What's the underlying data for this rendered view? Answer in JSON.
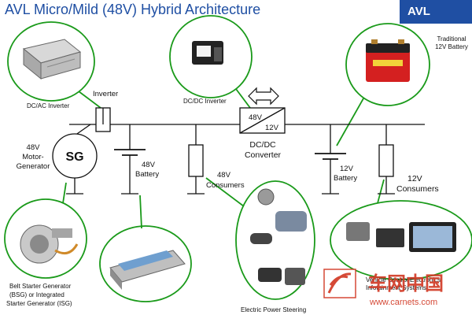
{
  "title": "AVL Micro/Mild (48V) Hybrid Architecture",
  "logo_text": "AVL",
  "colors": {
    "title": "#1f4fa3",
    "callout": "#1a9a1a",
    "wire": "#111111",
    "battery_red": "#d42020",
    "watermark": "#d23a26"
  },
  "labels": {
    "inverter": "Inverter",
    "dcac_inverter": "DC/AC Inverter",
    "dcdc_inverter": "DC/DC Inverter",
    "traditional_battery": [
      "Traditional",
      "12V Battery"
    ],
    "motor_gen": [
      "48V",
      "Motor-",
      "Generator"
    ],
    "sg": "SG",
    "battery48": [
      "48V",
      "Battery"
    ],
    "consumers48": [
      "48V",
      "Consumers"
    ],
    "converter_box": [
      "48V",
      "12V"
    ],
    "dcdc_converter": [
      "DC/DC",
      "Converter"
    ],
    "battery12": [
      "12V",
      "Battery"
    ],
    "consumers12": [
      "12V",
      "Consumers"
    ],
    "bsg": [
      "Belt Starter Generator",
      "(BSG) or Integrated",
      "Starter Generator (ISG)"
    ],
    "eps": "Electric Power Steering",
    "infotainment": [
      "Vehicle Control Electronics",
      "Infotainment Systems"
    ]
  },
  "watermark": {
    "text": "车网中国",
    "url": "www.carnets.com"
  }
}
